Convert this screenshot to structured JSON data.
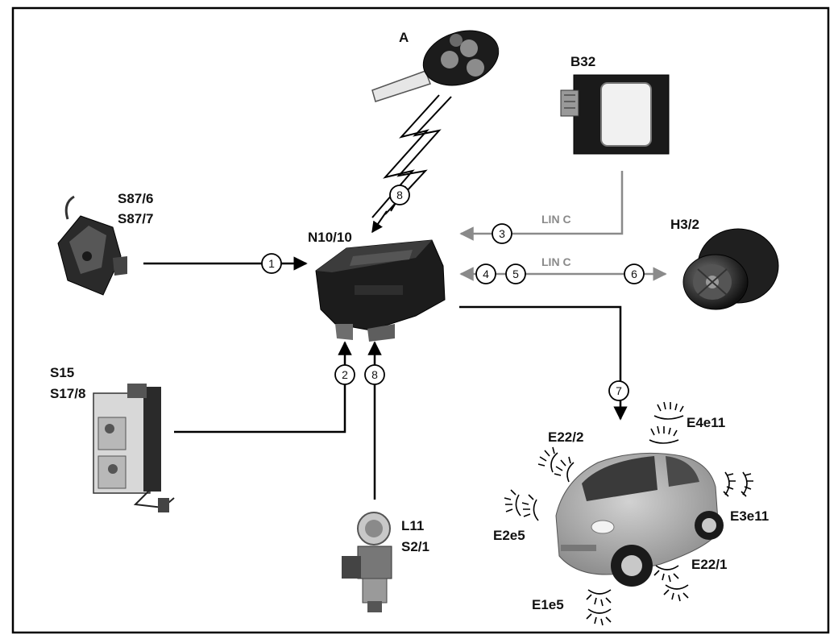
{
  "components": {
    "key": "A",
    "b32": "B32",
    "s87_line1": "S87/6",
    "s87_line2": "S87/7",
    "n10": "N10/10",
    "h3": "H3/2",
    "s15_line1": "S15",
    "s15_line2": "S17/8",
    "l11_line1": "L11",
    "l11_line2": "S2/1"
  },
  "lamps": {
    "e22_2": "E22/2",
    "e4e11": "E4e11",
    "e3e11": "E3e11",
    "e2e5": "E2e5",
    "e22_1": "E22/1",
    "e1e5": "E1e5"
  },
  "bus_labels": {
    "upper": "LIN C",
    "lower": "LIN C"
  },
  "signals": {
    "n1": "1",
    "n2": "2",
    "n3": "3",
    "n4": "4",
    "n5": "5",
    "n6": "6",
    "n7": "7",
    "n8_radio": "8",
    "n8_ignition": "8"
  },
  "colors": {
    "wire_dark": "#000000",
    "wire_lin": "#8a8a8a",
    "frame": "#000000"
  }
}
